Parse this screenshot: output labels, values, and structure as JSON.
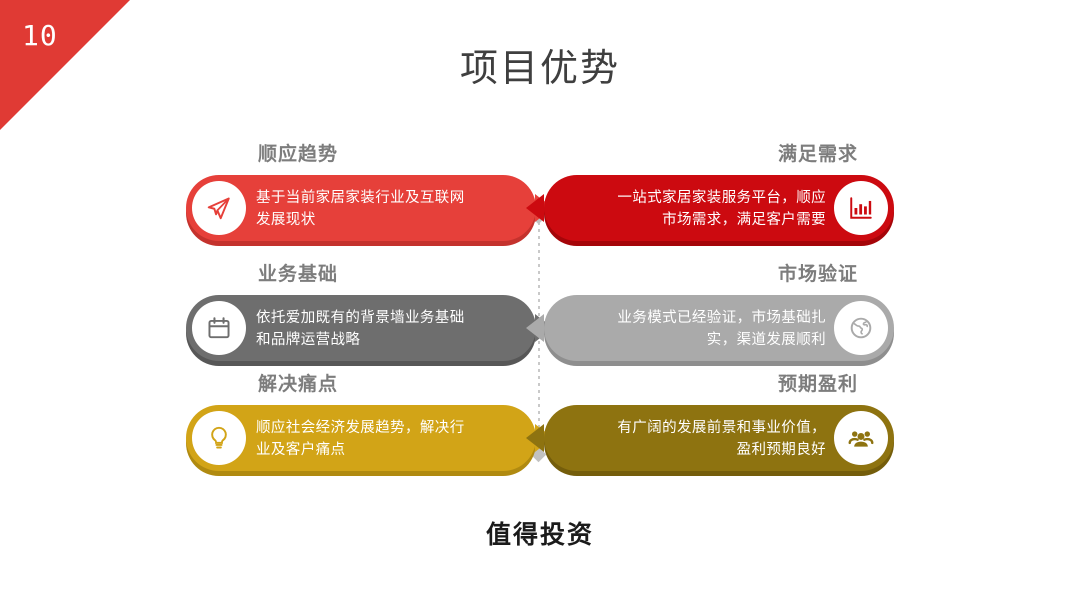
{
  "slide": {
    "page_number": "10",
    "title": "项目优势",
    "footer": "值得投资",
    "accent_color": "#E03A34"
  },
  "cards": [
    {
      "side": "left",
      "heading": "顺应趋势",
      "body_lines": [
        "基于当前家居家装行业及互联网",
        "发展现状"
      ],
      "icon": "paper-plane-icon",
      "fill": "#E6403A",
      "shadow": "#C4322D"
    },
    {
      "side": "right",
      "heading": "满足需求",
      "body_lines": [
        "一站式家居家装服务平台，顺应",
        "市场需求，满足客户需要"
      ],
      "icon": "bar-chart-icon",
      "fill": "#CC0A10",
      "shadow": "#A50509"
    },
    {
      "side": "left",
      "heading": "业务基础",
      "body_lines": [
        "依托爱加既有的背景墙业务基础",
        "和品牌运营战略"
      ],
      "icon": "calendar-icon",
      "fill": "#6E6E6E",
      "shadow": "#575757"
    },
    {
      "side": "right",
      "heading": "市场验证",
      "body_lines": [
        "业务模式已经验证，市场基础扎",
        "实，渠道发展顺利"
      ],
      "icon": "globe-icon",
      "fill": "#AAAAAA",
      "shadow": "#8E8E8E"
    },
    {
      "side": "left",
      "heading": "解决痛点",
      "body_lines": [
        "顺应社会经济发展趋势，解决行",
        "业及客户痛点"
      ],
      "icon": "lightbulb-icon",
      "fill": "#D2A417",
      "shadow": "#B08A10"
    },
    {
      "side": "right",
      "heading": "预期盈利",
      "body_lines": [
        "有广阔的发展前景和事业价值，",
        "盈利预期良好"
      ],
      "icon": "users-icon",
      "fill": "#8E7310",
      "shadow": "#745D0B"
    }
  ]
}
